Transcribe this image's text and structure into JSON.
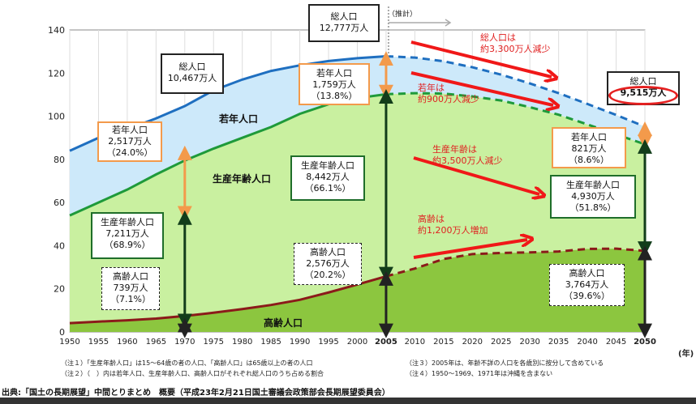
{
  "chart_data": {
    "type": "area",
    "x": [
      1950,
      1955,
      1960,
      1965,
      1970,
      1975,
      1980,
      1985,
      1990,
      1995,
      2000,
      2005,
      2010,
      2015,
      2020,
      2025,
      2030,
      2035,
      2040,
      2045,
      2050
    ],
    "series": [
      {
        "name": "総人口",
        "values": [
          84,
          90,
          94,
          99,
          104.7,
          112,
          117,
          121,
          123.6,
          125.6,
          126.9,
          127.8,
          127.2,
          125.5,
          122.7,
          119.3,
          115.2,
          110.7,
          105.7,
          100.6,
          95.2
        ],
        "color": "#1f6fc0"
      },
      {
        "name": "生産年齢人口+高齢人口",
        "values": [
          54,
          60,
          66,
          73,
          79.5,
          85,
          90,
          95,
          101.1,
          105.6,
          108.4,
          110.2,
          110.7,
          110.5,
          109.2,
          107.3,
          104.2,
          100.7,
          96.2,
          91.6,
          87.0
        ],
        "color": "#1e9a3a"
      },
      {
        "name": "高齢人口",
        "values": [
          4.1,
          4.8,
          5.4,
          6.2,
          7.4,
          8.9,
          10.6,
          12.5,
          14.9,
          18.3,
          22,
          25.8,
          29.4,
          33.8,
          36.1,
          36.6,
          36.9,
          37.3,
          38.5,
          38.6,
          37.6
        ],
        "color": "#8b1a1a"
      }
    ],
    "projection_start": 2005,
    "xlabel": "(年)",
    "ylabel": "",
    "ylim": [
      0,
      140
    ],
    "yticks": [
      0,
      20,
      40,
      60,
      80,
      100,
      120,
      140
    ],
    "xticks": [
      "1950",
      "1955",
      "1960",
      "1965",
      "1970",
      "1975",
      "1980",
      "1985",
      "1990",
      "1995",
      "2000",
      "2005",
      "2010",
      "2015",
      "2020",
      "2025",
      "2030",
      "2035",
      "2040",
      "2045",
      "2050"
    ],
    "area_labels": {
      "young": "若年人口",
      "working": "生産年齢人口",
      "elderly": "高齢人口"
    },
    "projection_label": "（推計）",
    "callouts": {
      "t1970": {
        "title": "総人口",
        "value": "10,467万人"
      },
      "y1970": {
        "title": "若年人口",
        "value": "2,517万人",
        "pct": "（24.0%）"
      },
      "w1970": {
        "title": "生産年齢人口",
        "value": "7,211万人",
        "pct": "（68.9%）"
      },
      "e1970": {
        "title": "高齢人口",
        "value": "739万人",
        "pct": "（7.1%）"
      },
      "t2005": {
        "title": "総人口",
        "value": "12,777万人"
      },
      "y2005": {
        "title": "若年人口",
        "value": "1,759万人",
        "pct": "（13.8%）"
      },
      "w2005": {
        "title": "生産年齢人口",
        "value": "8,442万人",
        "pct": "（66.1%）"
      },
      "e2005": {
        "title": "高齢人口",
        "value": "2,576万人",
        "pct": "（20.2%）"
      },
      "t2050": {
        "title": "総人口",
        "value": "9,515万人"
      },
      "y2050": {
        "title": "若年人口",
        "value": "821万人",
        "pct": "（8.6%）"
      },
      "w2050": {
        "title": "生産年齢人口",
        "value": "4,930万人",
        "pct": "（51.8%）"
      },
      "e2050": {
        "title": "高齢人口",
        "value": "3,764万人",
        "pct": "（39.6%）"
      }
    },
    "annotations": [
      {
        "l1": "総人口は",
        "l2": "約3,300万人減少"
      },
      {
        "l1": "若年は",
        "l2": "約900万人減少"
      },
      {
        "l1": "生産年齢は",
        "l2": "約3,500万人減少"
      },
      {
        "l1": "高齢は",
        "l2": "約1,200万人増加"
      }
    ]
  },
  "notes": [
    "（注１）「生産年齢人口」は15～64歳の者の人口、「高齢人口」は65歳以上の者の人口",
    "（注２）（　）内は若年人口、生産年齢人口、高齢人口がそれぞれ総人口のうち占める割合",
    "（注３）2005年は、年齢不詳の人口を各歳別に按分して含めている",
    "（注４）1950～1969、1971年は沖縄を含まない"
  ],
  "source": "出典:「国土の長期展望」中間とりまとめ　概要（平成23年2月21日国土審議会政策部会長期展望委員会）"
}
